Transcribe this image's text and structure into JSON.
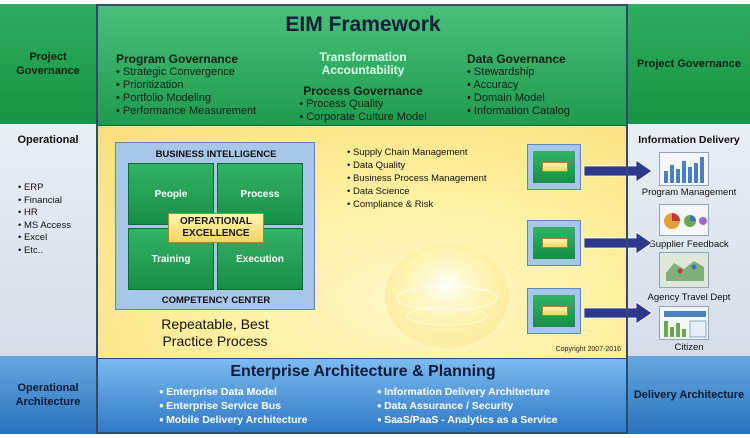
{
  "left": {
    "top_label": "Project Governance",
    "mid_label": "Operational",
    "systems": [
      "ERP",
      "Financial",
      "HR",
      "MS Access",
      "Excel",
      "Etc.."
    ],
    "bottom_label": "Operational Architecture"
  },
  "right": {
    "top_label": "Project Governance",
    "mid_label": "Information Delivery",
    "deliverables": [
      "Program Management",
      "Supplier Feedback",
      "Agency Travel Dept",
      "Citizen"
    ],
    "bottom_label": "Delivery Architecture"
  },
  "framework": {
    "title": "EIM Framework",
    "program_governance": {
      "title": "Program Governance",
      "items": [
        "Strategic Convergence",
        "Prioritization",
        "Portfolio Modeling",
        "Performance Measurement"
      ]
    },
    "transformation": "Transformation Accountability",
    "process_governance": {
      "title": "Process Governance",
      "items": [
        "Process Quality",
        "Corporate Culture Model"
      ]
    },
    "data_governance": {
      "title": "Data Governance",
      "items": [
        "Stewardship",
        "Accuracy",
        "Domain Model",
        "Information Catalog"
      ]
    }
  },
  "core": {
    "bi_title": "BUSINESS INTELLIGENCE",
    "quadrants": [
      "People",
      "Process",
      "Training",
      "Execution"
    ],
    "center": [
      "OPERATIONAL",
      "EXCELLENCE"
    ],
    "cc_title": "COMPETENCY CENTER",
    "tagline_1": "Repeatable, Best",
    "tagline_2": "Practice Process",
    "capabilities": [
      "Supply Chain Management",
      "Data Quality",
      "Business Process Management",
      "Data Science",
      "Compliance & Risk"
    ],
    "copyright": "Copyright 2007-2016"
  },
  "architecture": {
    "title": "Enterprise Architecture & Planning",
    "left_items": [
      "Enterprise Data Model",
      "Enterprise Service Bus",
      "Mobile Delivery Architecture"
    ],
    "right_items": [
      "Information Delivery Architecture",
      "Data Assurance / Security",
      "SaaS/PaaS - Analytics as a Service"
    ]
  },
  "colors": {
    "governance_green": "#1f9b50",
    "architecture_blue": "#2e78c6",
    "core_yellow": "#fff0a0",
    "bi_blue": "#a8c6e8",
    "arrow_navy": "#2b3a8c"
  }
}
